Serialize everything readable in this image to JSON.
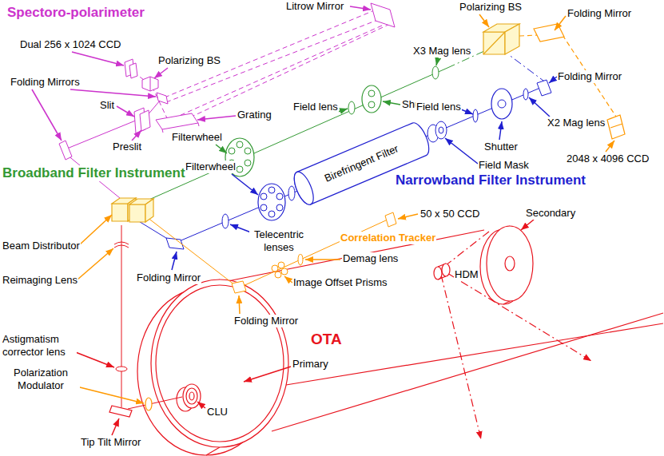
{
  "diagram": {
    "nodes": [
      {
        "text": [
          "Birefringent Filter"
        ]
      }
    ],
    "labels": [
      "Spectoro-polarimeter",
      "Litrow Mirror",
      "Polarizing BS",
      "Folding Mirror",
      "Dual 256 x 1024 CCD",
      "Polarizing BS",
      "X3 Mag lens",
      "Folding Mirror",
      "Folding Mirrors",
      "Shutter",
      "Field lens",
      "Field lens",
      "X2 Mag lens",
      "Slit",
      "Grating",
      "Filterwheel",
      "Preslit",
      "Filterwheel",
      "Shutter",
      "Field Mask",
      "2048 x 4096 CCD",
      "Broadband Filter Instrument",
      "Narrowband Filter Instrument",
      "50 x 50 CCD",
      "Secondary",
      "Correlation Tracker",
      "Beam Distributor",
      "Telecentric lenses",
      "Demag lens",
      "Reimaging Lens",
      "Folding Mirror",
      "Image Offset Prisms",
      "HDM",
      "Folding Mirror",
      "OTA",
      "Astigmatism corrector lens",
      "Primary",
      "Polarization Modulator",
      "CLU",
      "Tip Tilt Mirror"
    ]
  }
}
